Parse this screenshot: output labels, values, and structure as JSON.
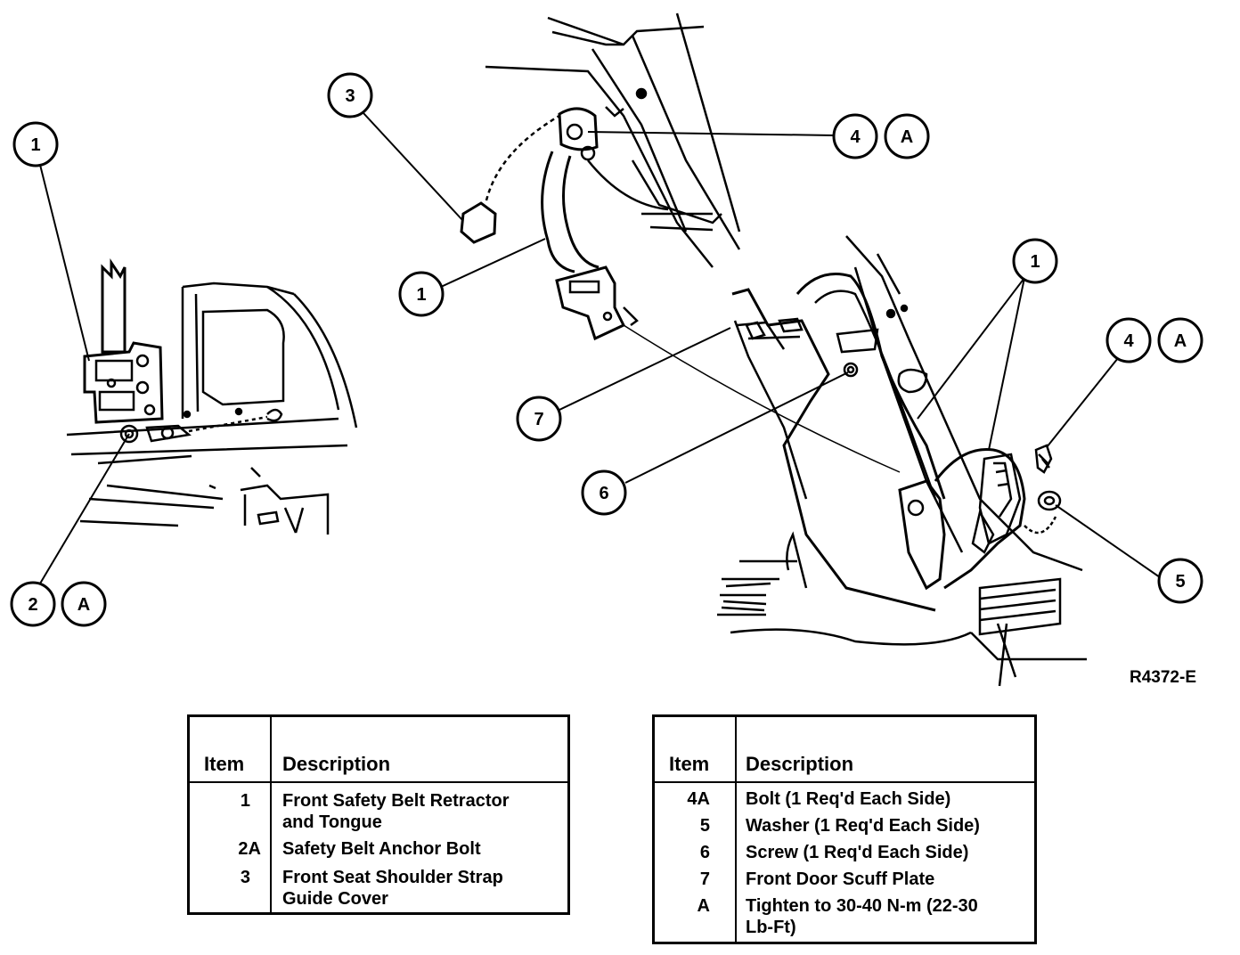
{
  "figure": {
    "id_label": "R4372-E",
    "callouts": [
      "1",
      "2",
      "A",
      "3",
      "1",
      "4",
      "A",
      "1",
      "4",
      "A",
      "7",
      "6",
      "5"
    ]
  },
  "legend_left": {
    "headers": {
      "item": "Item",
      "description": "Description"
    },
    "rows": [
      {
        "item": "1",
        "description": "Front Safety Belt Retractor\nand Tongue"
      },
      {
        "item": "2A",
        "description": "Safety Belt Anchor Bolt"
      },
      {
        "item": "3",
        "description": "Front Seat Shoulder Strap\nGuide Cover"
      }
    ]
  },
  "legend_right": {
    "headers": {
      "item": "Item",
      "description": "Description"
    },
    "rows": [
      {
        "item": "4A",
        "description": "Bolt (1 Req'd Each Side)"
      },
      {
        "item": "5",
        "description": "Washer (1 Req'd Each Side)"
      },
      {
        "item": "6",
        "description": "Screw (1 Req'd Each Side)"
      },
      {
        "item": "7",
        "description": "Front Door Scuff Plate"
      },
      {
        "item": "A",
        "description": "Tighten to 30-40 N-m (22-30\nLb-Ft)"
      }
    ]
  }
}
